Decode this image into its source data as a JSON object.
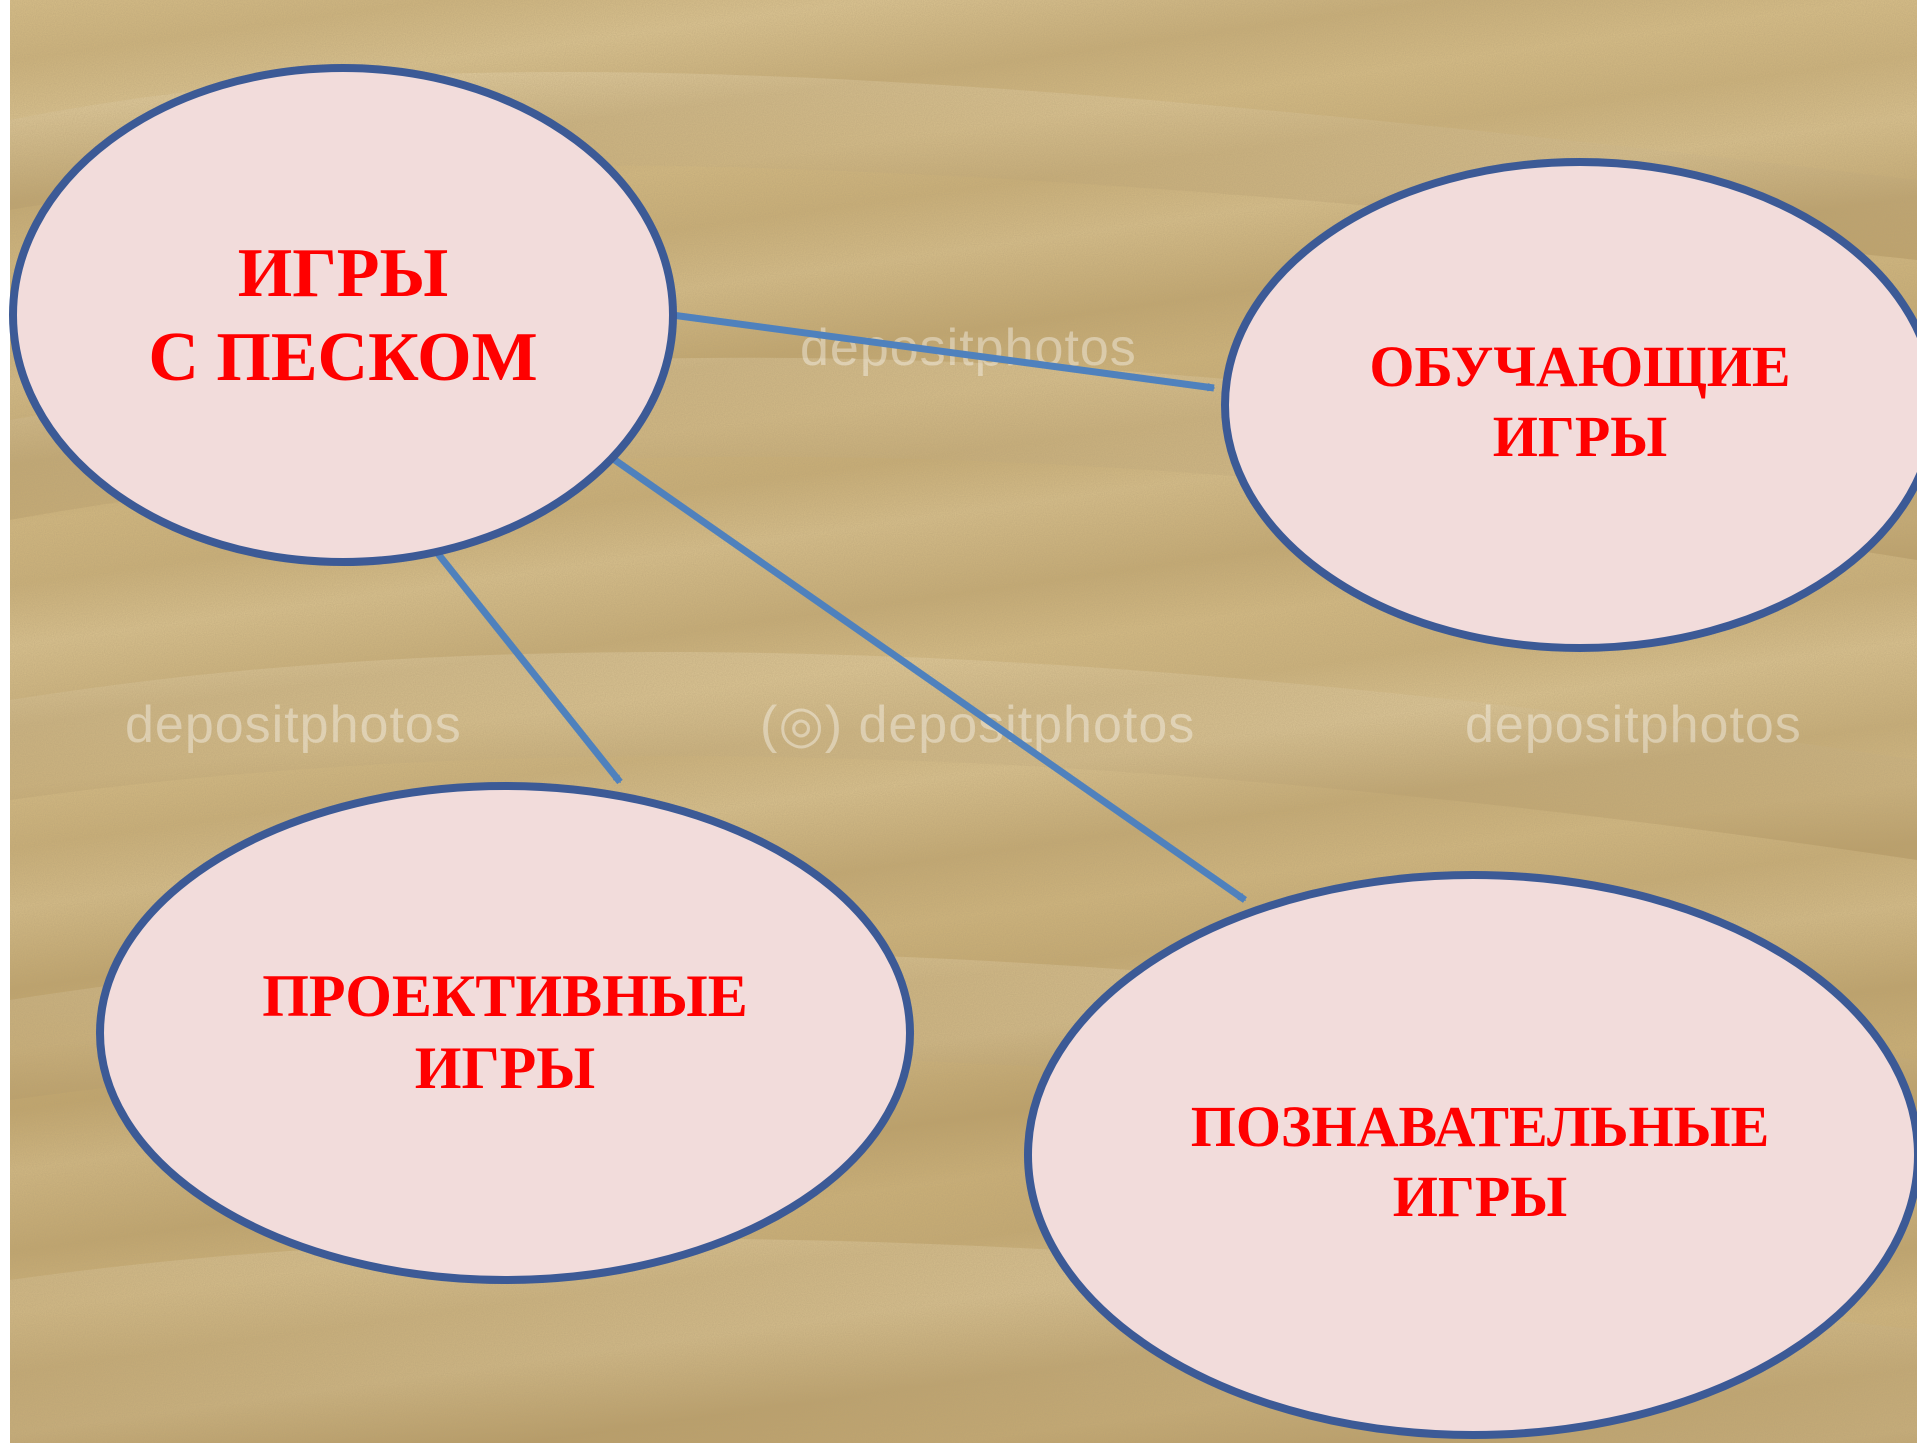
{
  "colors": {
    "node_fill": "#f2dcdb",
    "node_stroke": "#3c5a96",
    "arrow": "#4f81bd",
    "label": "#ff0000"
  },
  "watermark": {
    "text": "depositphotos",
    "text_circle": "(◎) depositphotos"
  },
  "diagram": {
    "root": {
      "line1": "ИГРЫ",
      "line2": "С ПЕСКОМ"
    },
    "teaching": {
      "line1": "ОБУЧАЮЩИЕ",
      "line2": "ИГРЫ"
    },
    "projective": {
      "line1": "ПРОЕКТИВНЫЕ",
      "line2": "ИГРЫ"
    },
    "cognitive": {
      "line1": "ПОЗНАВАТЕЛЬНЫЕ",
      "line2": "ИГРЫ"
    },
    "edges": [
      {
        "from": "root",
        "to": "teaching"
      },
      {
        "from": "root",
        "to": "projective"
      },
      {
        "from": "root",
        "to": "cognitive"
      }
    ]
  }
}
